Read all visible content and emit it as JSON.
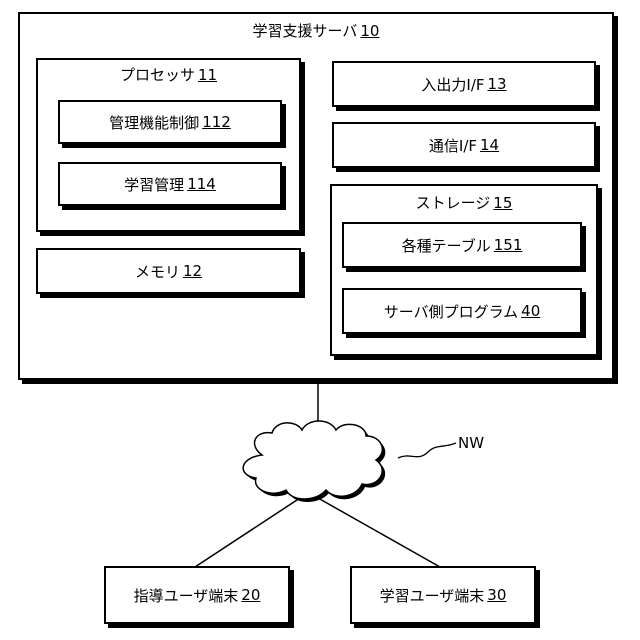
{
  "server": {
    "name": "学習支援サーバ",
    "ref": "10"
  },
  "processor": {
    "name": "プロセッサ",
    "ref": "11"
  },
  "mgmt_control": {
    "name": "管理機能制御",
    "ref": "112"
  },
  "learn_mgmt": {
    "name": "学習管理",
    "ref": "114"
  },
  "memory": {
    "name": "メモリ",
    "ref": "12"
  },
  "io_if": {
    "name": "入出力I/F",
    "ref": "13"
  },
  "comm_if": {
    "name": "通信I/F",
    "ref": "14"
  },
  "storage": {
    "name": "ストレージ",
    "ref": "15"
  },
  "tables": {
    "name": "各種テーブル",
    "ref": "151"
  },
  "server_program": {
    "name": "サーバ側プログラム",
    "ref": "40"
  },
  "network": {
    "label": "NW"
  },
  "teacher_terminal": {
    "name": "指導ユーザ端末",
    "ref": "20"
  },
  "learner_terminal": {
    "name": "学習ユーザ端末",
    "ref": "30"
  }
}
